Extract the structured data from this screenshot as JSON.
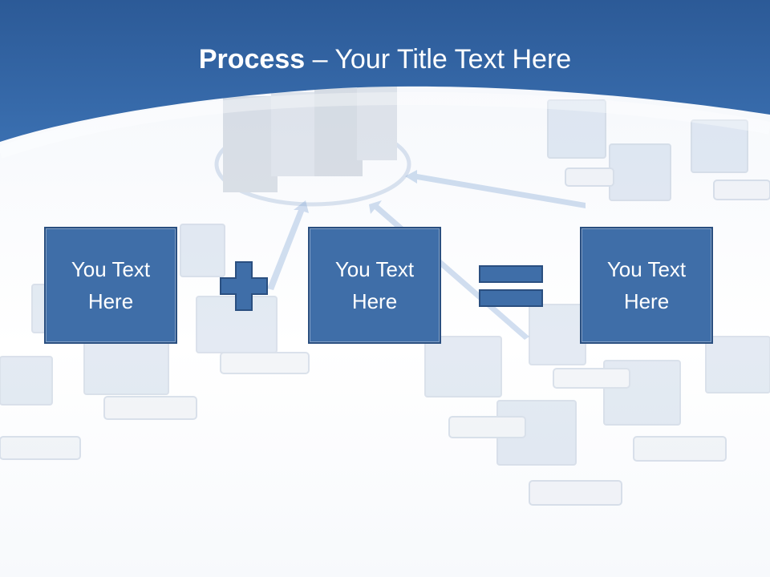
{
  "slide": {
    "title_bold": "Process",
    "title_rest": " – Your Title Text Here",
    "boxes": [
      {
        "line1": "You Text",
        "line2": "Here"
      },
      {
        "line1": "You Text",
        "line2": "Here"
      },
      {
        "line1": "You Text",
        "line2": "Here"
      }
    ],
    "operators": [
      "plus-icon",
      "equals-icon"
    ]
  },
  "colors": {
    "header_blue": "#2f5f9e",
    "box_fill": "#3f6ea8",
    "box_border": "#2a4f80"
  }
}
